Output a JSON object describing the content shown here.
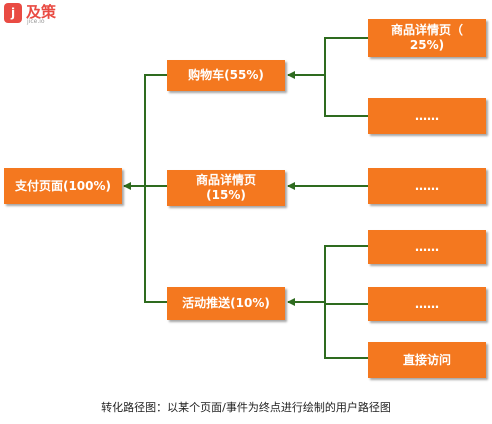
{
  "logo": {
    "mark": "j",
    "name": "及策",
    "domain": "jice.io"
  },
  "nodes": {
    "root": "支付页面(100%)",
    "cart": "购物车(55%)",
    "product_detail": "商品详情页\n(15%)",
    "campaign": "活动推送(10%)",
    "cart_src_1": "商品详情页（\n25%)",
    "cart_src_2": "……",
    "product_src_1": "……",
    "campaign_src_1": "……",
    "campaign_src_2": "……",
    "campaign_src_3": "直接访问"
  },
  "caption": "转化路径图：以某个页面/事件为终点进行绘制的用户路径图",
  "colors": {
    "node": "#f4781f",
    "edge": "#2e6b1f",
    "logo": "#e94b43"
  }
}
